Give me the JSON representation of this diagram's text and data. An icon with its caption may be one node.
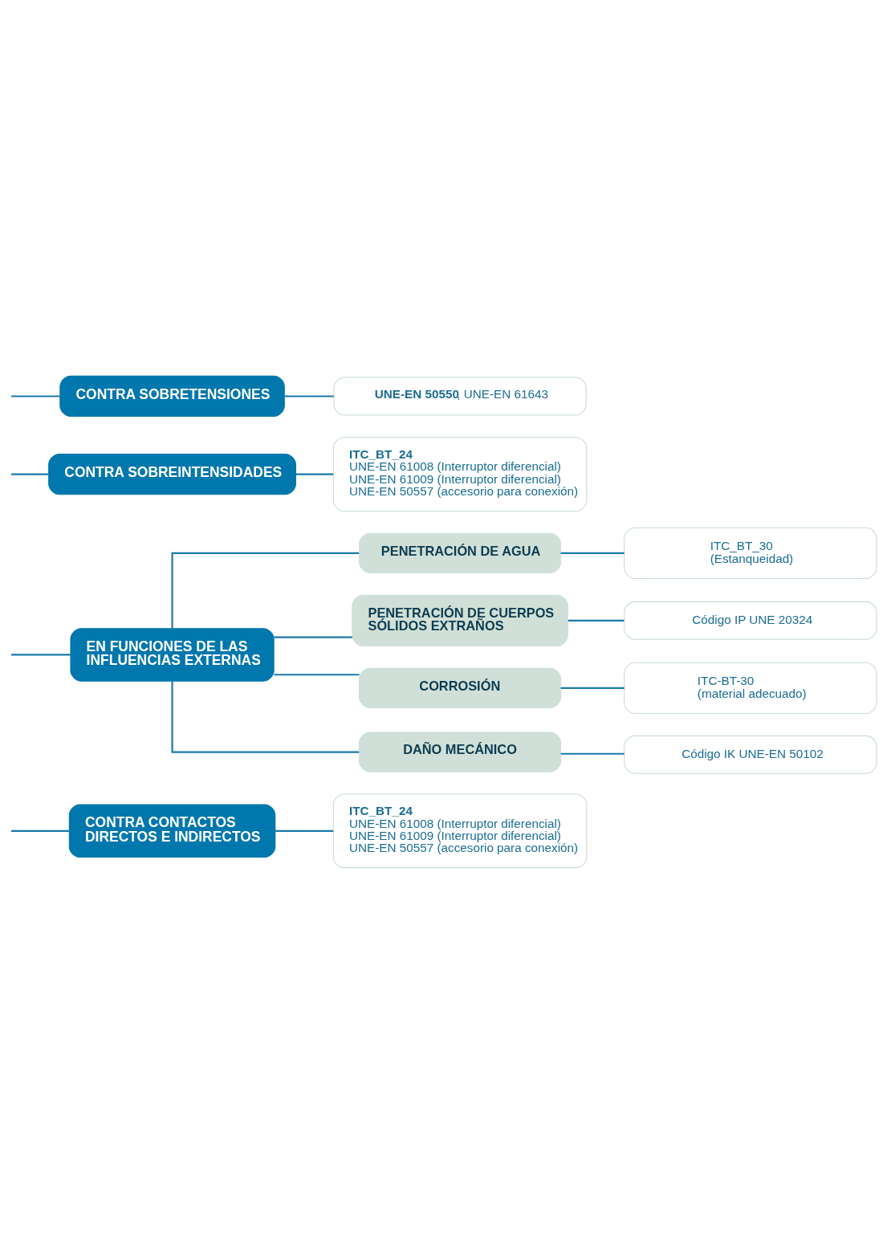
{
  "diagram": {
    "nodes": [
      {
        "text": [
          "CONTRA CONTACTOS DIRECTOS E INDIRECTOS"
        ]
      },
      {
        "text": [
          "ITC_BT_24",
          "UNE-EN 61008 (Interruptor diferencial)",
          "UNE-EN 61009 (Interruptor diferencial)",
          "UNE-EN 50557 (accesorio para conexión)"
        ]
      },
      {
        "text": [
          "EN FUNCIONES DE LAS INFLUENCIAS EXTERNAS"
        ]
      },
      {
        "text": [
          "PENETRACIÓN DE AGUA"
        ]
      },
      {
        "text": [
          "ITC_BT_30",
          "(Estanqueidad)"
        ]
      },
      {
        "text": [
          "PENETRACIÓN DE CUERPOS SÓLIDOS EXTRAÑOS"
        ]
      },
      {
        "text": [
          "Código IP UNE 20324"
        ]
      },
      {
        "text": [
          "CORROSIÓN"
        ]
      },
      {
        "text": [
          "ITC-BT-30",
          "(material adecuado)"
        ]
      },
      {
        "text": [
          "DAÑO MECÁNICO"
        ]
      },
      {
        "text": [
          "Código IK UNE-EN 50102"
        ]
      },
      {
        "text": [
          "CONTRA SOBREINTENSIDADES"
        ]
      },
      {
        "text": [
          "ITC_BT_24",
          "UNE-EN 61008 (Interruptor diferencial)",
          "UNE-EN 61009 (Interruptor diferencial)",
          "UNE-EN 50557 (accesorio para conexión)"
        ]
      },
      {
        "text": [
          "CONTRA SOBRETENSIONES"
        ]
      },
      {
        "text": [
          "**UNE-EN 50550**, UNE-EN 61643"
        ]
      }
    ],
    "edges": [
      {
        "from": null,
        "to": 0,
        "arrow": "none"
      },
      {
        "from": null,
        "to": 2,
        "arrow": "none"
      },
      {
        "from": null,
        "to": 11,
        "arrow": "none"
      },
      {
        "from": null,
        "to": 13,
        "arrow": "none"
      },
      {
        "from": 0,
        "to": 1,
        "arrow": "none"
      },
      {
        "from": 2,
        "to": 3,
        "arrow": "none"
      },
      {
        "from": 2,
        "to": 5,
        "arrow": "none"
      },
      {
        "from": 2,
        "to": 7,
        "arrow": "none"
      },
      {
        "from": 2,
        "to": 9,
        "arrow": "none"
      },
      {
        "from": 3,
        "to": 4,
        "arrow": "none"
      },
      {
        "from": 5,
        "to": 6,
        "arrow": "none"
      },
      {
        "from": 7,
        "to": 8,
        "arrow": "none"
      },
      {
        "from": 9,
        "to": 10,
        "arrow": "none"
      },
      {
        "from": 11,
        "to": 12,
        "arrow": "none"
      },
      {
        "from": 13,
        "to": 14,
        "arrow": "none"
      }
    ]
  }
}
